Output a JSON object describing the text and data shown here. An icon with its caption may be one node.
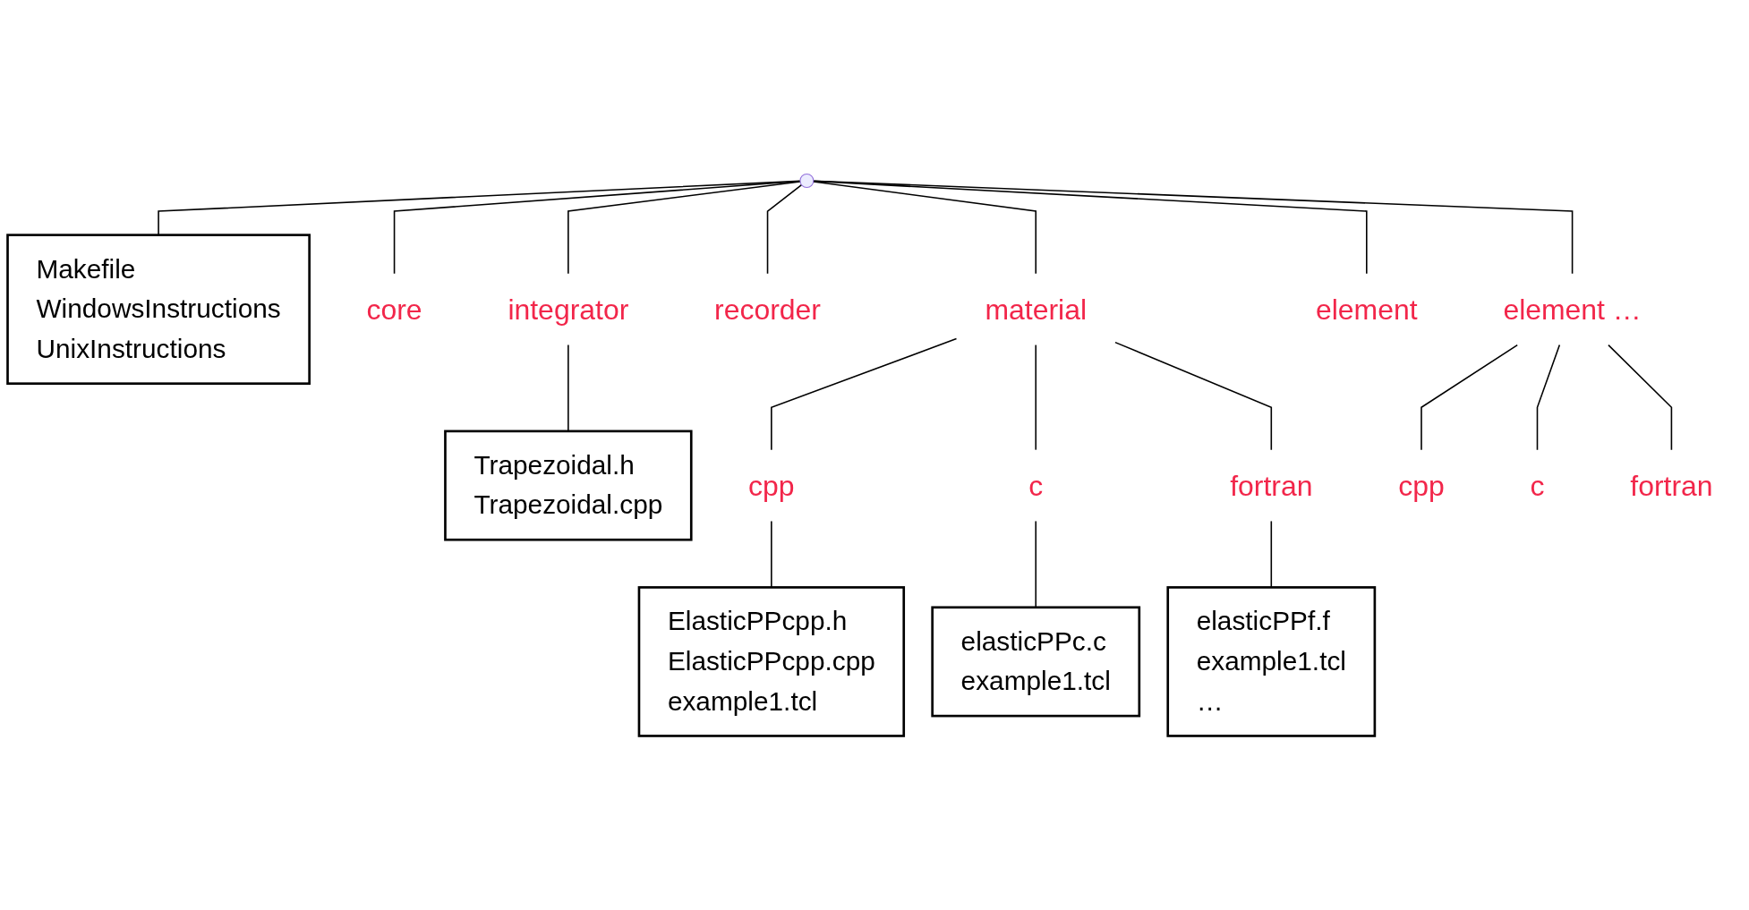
{
  "diagram": {
    "nodes": [
      {
        "text": [],
        "shape": "point"
      },
      {
        "text": [
          "Makefile",
          "WindowsInstructions",
          "UnixInstructions"
        ]
      },
      {
        "text": [
          "core"
        ]
      },
      {
        "text": [
          "integrator"
        ]
      },
      {
        "text": [
          "recorder"
        ]
      },
      {
        "text": [
          "material"
        ]
      },
      {
        "text": [
          "element"
        ]
      },
      {
        "text": [
          "element …"
        ]
      },
      {
        "text": [
          "Trapezoidal.h",
          "Trapezoidal.cpp"
        ]
      },
      {
        "text": [
          "cpp"
        ]
      },
      {
        "text": [
          "c"
        ]
      },
      {
        "text": [
          "fortran"
        ]
      },
      {
        "text": [
          "cpp"
        ]
      },
      {
        "text": [
          "c"
        ]
      },
      {
        "text": [
          "fortran"
        ]
      },
      {
        "text": [
          "ElasticPPcpp.h",
          "ElasticPPcpp.cpp",
          "example1.tcl"
        ]
      },
      {
        "text": [
          "elasticPPc.c",
          "example1.tcl"
        ]
      },
      {
        "text": [
          "elasticPPf.f",
          "example1.tcl",
          "…"
        ]
      }
    ],
    "edges": [
      {
        "from": 0,
        "to": 2,
        "arrow": "none"
      },
      {
        "from": 0,
        "to": 3,
        "arrow": "none"
      },
      {
        "from": 0,
        "to": 4,
        "arrow": "none"
      },
      {
        "from": 0,
        "to": 5,
        "arrow": "none"
      },
      {
        "from": 0,
        "to": 6,
        "arrow": "none"
      },
      {
        "from": 0,
        "to": 7,
        "arrow": "none"
      },
      {
        "from": 0,
        "to": 1,
        "arrow": "none"
      },
      {
        "from": 3,
        "to": 8,
        "arrow": "none"
      },
      {
        "from": 5,
        "to": 9,
        "arrow": "none"
      },
      {
        "from": 5,
        "to": 10,
        "arrow": "none"
      },
      {
        "from": 5,
        "to": 11,
        "arrow": "none"
      },
      {
        "from": 7,
        "to": 12,
        "arrow": "none"
      },
      {
        "from": 7,
        "to": 13,
        "arrow": "none"
      },
      {
        "from": 7,
        "to": 14,
        "arrow": "none"
      },
      {
        "from": 9,
        "to": 15,
        "arrow": "none"
      },
      {
        "from": 10,
        "to": 16,
        "arrow": "none"
      },
      {
        "from": 11,
        "to": 17,
        "arrow": "none"
      }
    ]
  }
}
